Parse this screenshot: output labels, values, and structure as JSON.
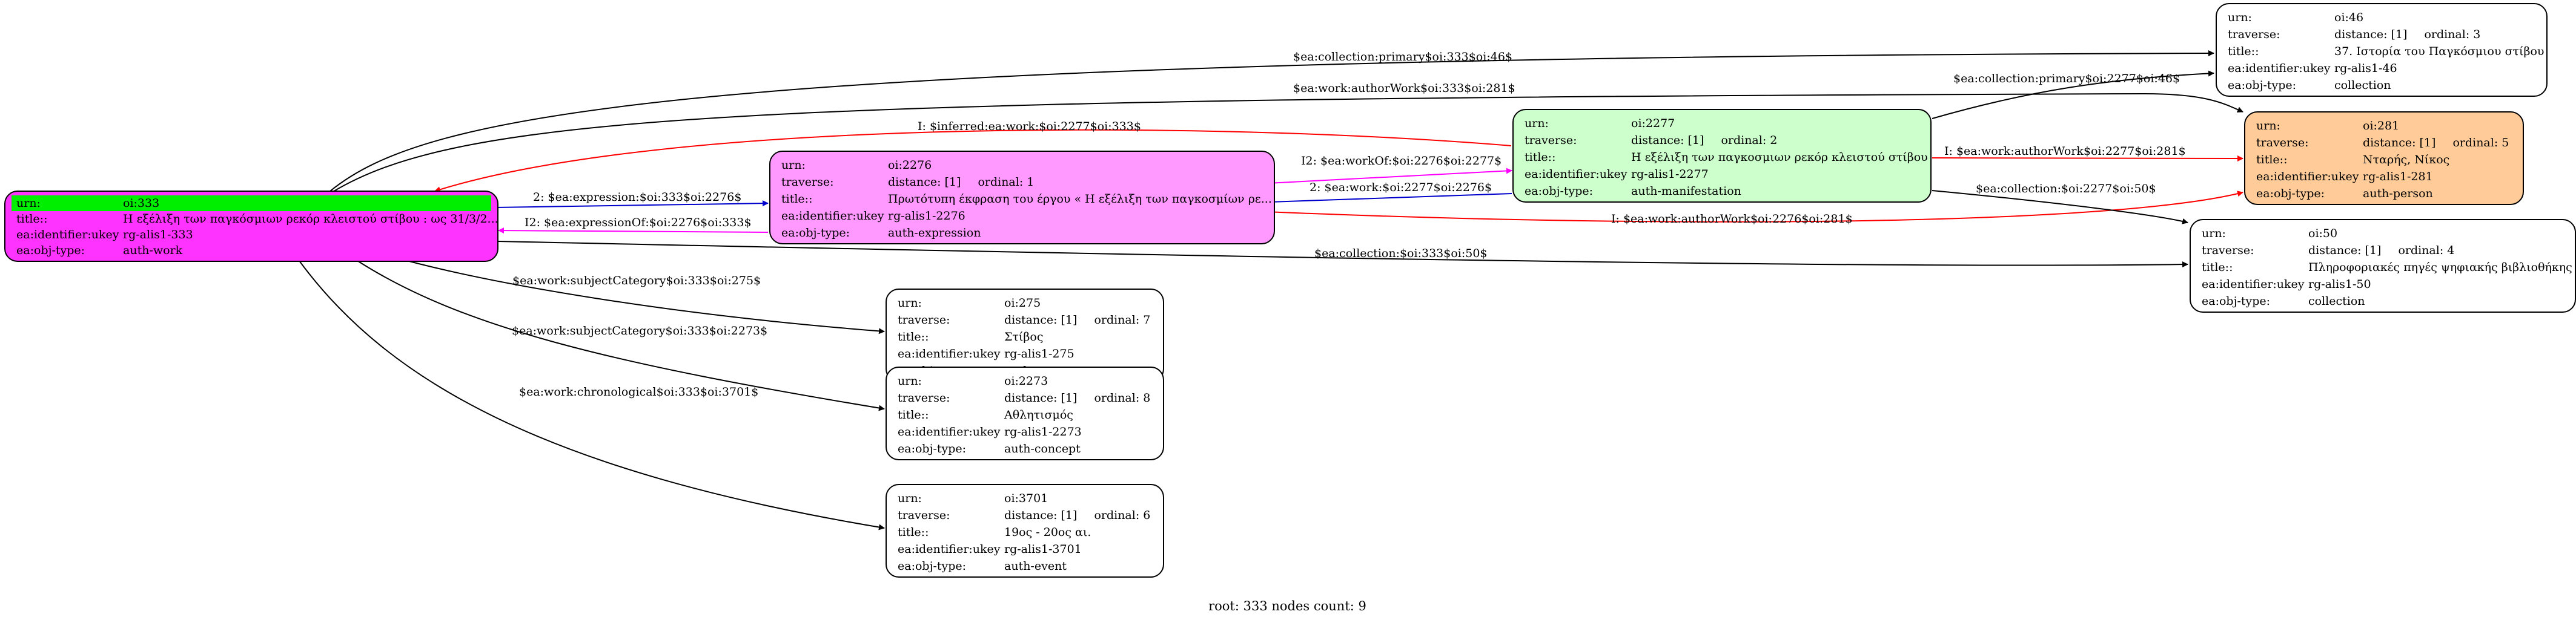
{
  "nodes": {
    "n333": {
      "urn_key": "urn:",
      "urn": "oi:333",
      "title_key": "title::",
      "title": "Η εξέλιξη των παγκόσμιων ρεκόρ κλειστού στίβου : ως 31/3/2...",
      "ukey_key": "ea:identifier:ukey",
      "ukey": "rg-alis1-333",
      "type_key": "ea:obj-type:",
      "type": "auth-work",
      "color": "#ff33ff",
      "highlight": "#00ee00"
    },
    "n2276": {
      "urn_key": "urn:",
      "urn": "oi:2276",
      "traverse_key": "traverse:",
      "distance": "distance: [1]",
      "ordinal": "ordinal: 1",
      "title_key": "title::",
      "title": "Πρωτότυπη έκφραση του έργου  « Η εξέλιξη των παγκοσμίων ρε...",
      "ukey_key": "ea:identifier:ukey",
      "ukey": "rg-alis1-2276",
      "type_key": "ea:obj-type:",
      "type": "auth-expression",
      "color": "#ff99ff"
    },
    "n2277": {
      "urn_key": "urn:",
      "urn": "oi:2277",
      "traverse_key": "traverse:",
      "distance": "distance: [1]",
      "ordinal": "ordinal: 2",
      "title_key": "title::",
      "title": "Η εξέλιξη των παγκοσμιων ρεκόρ κλειστού στίβου",
      "ukey_key": "ea:identifier:ukey",
      "ukey": "rg-alis1-2277",
      "type_key": "ea:obj-type:",
      "type": "auth-manifestation",
      "color": "#ccffcc"
    },
    "n46": {
      "urn_key": "urn:",
      "urn": "oi:46",
      "traverse_key": "traverse:",
      "distance": "distance: [1]",
      "ordinal": "ordinal: 3",
      "title_key": "title::",
      "title": "37. Ιστορία του Παγκόσμιου στίβου",
      "ukey_key": "ea:identifier:ukey",
      "ukey": "rg-alis1-46",
      "type_key": "ea:obj-type:",
      "type": "collection",
      "color": "#ffffff"
    },
    "n281": {
      "urn_key": "urn:",
      "urn": "oi:281",
      "traverse_key": "traverse:",
      "distance": "distance: [1]",
      "ordinal": "ordinal: 5",
      "title_key": "title::",
      "title": "Νταρής, Νίκος",
      "ukey_key": "ea:identifier:ukey",
      "ukey": "rg-alis1-281",
      "type_key": "ea:obj-type:",
      "type": "auth-person",
      "color": "#ffcc99"
    },
    "n50": {
      "urn_key": "urn:",
      "urn": "oi:50",
      "traverse_key": "traverse:",
      "distance": "distance: [1]",
      "ordinal": "ordinal: 4",
      "title_key": "title::",
      "title": "Πληροφοριακές πηγές ψηφιακής βιβλιοθήκης",
      "ukey_key": "ea:identifier:ukey",
      "ukey": "rg-alis1-50",
      "type_key": "ea:obj-type:",
      "type": "collection",
      "color": "#ffffff"
    },
    "n275": {
      "urn_key": "urn:",
      "urn": "oi:275",
      "traverse_key": "traverse:",
      "distance": "distance: [1]",
      "ordinal": "ordinal: 7",
      "title_key": "title::",
      "title": "Στίβος",
      "ukey_key": "ea:identifier:ukey",
      "ukey": "rg-alis1-275",
      "type_key": "ea:obj-type:",
      "type": "auth-concept",
      "color": "#ffffff"
    },
    "n2273": {
      "urn_key": "urn:",
      "urn": "oi:2273",
      "traverse_key": "traverse:",
      "distance": "distance: [1]",
      "ordinal": "ordinal: 8",
      "title_key": "title::",
      "title": "Αθλητισμός",
      "ukey_key": "ea:identifier:ukey",
      "ukey": "rg-alis1-2273",
      "type_key": "ea:obj-type:",
      "type": "auth-concept",
      "color": "#ffffff"
    },
    "n3701": {
      "urn_key": "urn:",
      "urn": "oi:3701",
      "traverse_key": "traverse:",
      "distance": "distance: [1]",
      "ordinal": "ordinal: 6",
      "title_key": "title::",
      "title": "19ος - 20ος αι.",
      "ukey_key": "ea:identifier:ukey",
      "ukey": "rg-alis1-3701",
      "type_key": "ea:obj-type:",
      "type": "auth-event",
      "color": "#ffffff"
    }
  },
  "edges": [
    {
      "id": "e-collection-primary-46",
      "label": "$ea:collection:primary$oi:333$oi:46$",
      "color": "#000000"
    },
    {
      "id": "e-author-work-281",
      "label": "$ea:work:authorWork$oi:333$oi:281$",
      "color": "#000000"
    },
    {
      "id": "e-inferred",
      "label": "I: $inferred:ea:work:$oi:2277$oi:333$",
      "color": "#ff0000"
    },
    {
      "id": "e-expression",
      "label": "2: $ea:expression:$oi:333$oi:2276$",
      "color": "#0000cc"
    },
    {
      "id": "e-expression-of",
      "label": "I2: $ea:expressionOf:$oi:2276$oi:333$",
      "color": "#ff00ff"
    },
    {
      "id": "e-work-of",
      "label": "I2: $ea:workOf:$oi:2276$oi:2277$",
      "color": "#ff00ff"
    },
    {
      "id": "e-work-2277-2276",
      "label": "2: $ea:work:$oi:2277$oi:2276$",
      "color": "#0000cc"
    },
    {
      "id": "e-collection-primary-2277-46",
      "label": "$ea:collection:primary$oi:2277$oi:46$",
      "color": "#000000"
    },
    {
      "id": "e-author-work-2277-281",
      "label": "I: $ea:work:authorWork$oi:2277$oi:281$",
      "color": "#ff0000"
    },
    {
      "id": "e-author-work-2276-281",
      "label": "I: $ea:work:authorWork$oi:2276$oi:281$",
      "color": "#ff0000"
    },
    {
      "id": "e-collection-2277-50",
      "label": "$ea:collection:$oi:2277$oi:50$",
      "color": "#000000"
    },
    {
      "id": "e-collection-333-50",
      "label": "$ea:collection:$oi:333$oi:50$",
      "color": "#000000"
    },
    {
      "id": "e-subject-275",
      "label": "$ea:work:subjectCategory$oi:333$oi:275$",
      "color": "#000000"
    },
    {
      "id": "e-subject-2273",
      "label": "$ea:work:subjectCategory$oi:333$oi:2273$",
      "color": "#000000"
    },
    {
      "id": "e-chrono-3701",
      "label": "$ea:work:chronological$oi:333$oi:3701$",
      "color": "#000000"
    }
  ],
  "footer": "root: 333 nodes count: 9"
}
